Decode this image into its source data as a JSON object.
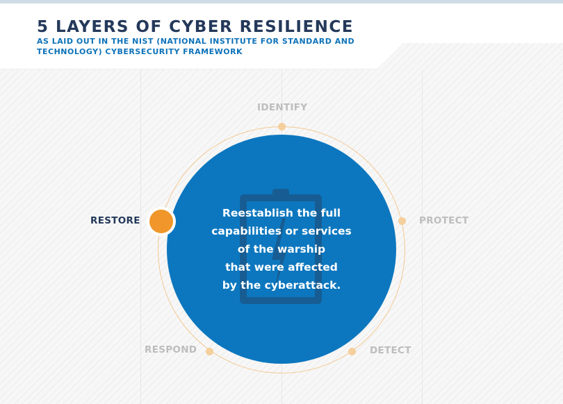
{
  "header": {
    "title": "5 LAYERS OF CYBER RESILIENCE",
    "subtitle": "AS LAID OUT IN THE NIST (NATIONAL INSTITUTE FOR STANDARD AND TECHNOLOGY) CYBERSECURITY FRAMEWORK"
  },
  "layers": [
    {
      "label": "IDENTIFY"
    },
    {
      "label": "PROTECT"
    },
    {
      "label": "DETECT"
    },
    {
      "label": "RESPOND"
    },
    {
      "label": "RESTORE"
    }
  ],
  "active_layer": "RESTORE",
  "description_lines": [
    "Reestablish the full",
    "capabilities or services",
    "of the warship",
    "that were affected",
    "by the cyberattack."
  ],
  "center_icon": "battery-bolt-icon",
  "colors": {
    "accent": "#f0962a",
    "circle": "#0c77bf",
    "title": "#24395a",
    "subtitle": "#0d72b9"
  }
}
